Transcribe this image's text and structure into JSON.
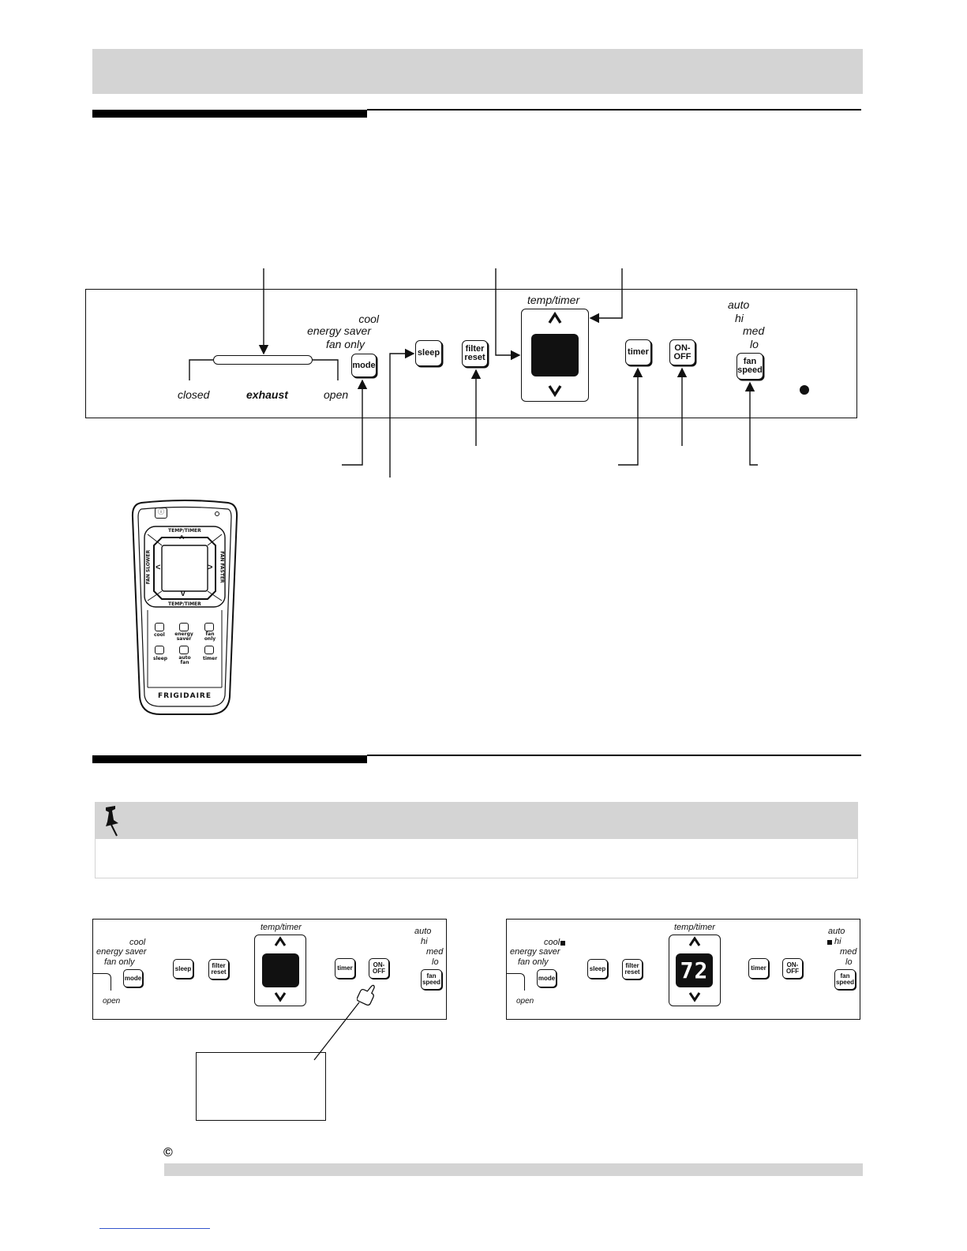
{
  "control_panel": {
    "exhaust": {
      "closed": "closed",
      "label": "exhaust",
      "open": "open"
    },
    "mode_options": [
      "cool",
      "energy saver",
      "fan only"
    ],
    "buttons": {
      "mode": "mode",
      "sleep": "sleep",
      "filter_reset_1": "filter",
      "filter_reset_2": "reset",
      "timer": "timer",
      "on_off_1": "ON-",
      "on_off_2": "OFF",
      "fan_speed_1": "fan",
      "fan_speed_2": "speed"
    },
    "temp_timer_label": "temp/timer",
    "arrow_up": "^",
    "arrow_down": "v",
    "fan_speed_options": [
      "auto",
      "hi",
      "med",
      "lo"
    ]
  },
  "remote": {
    "power_symbol": "ⓘ",
    "temp_timer_top": "TEMP/TIMER",
    "temp_timer_bottom": "TEMP/TIMER",
    "fan_slower": "FAN SLOWER",
    "fan_faster": "FAN FASTER",
    "buttons": [
      {
        "label": "cool"
      },
      {
        "label": "energy saver"
      },
      {
        "label": "fan only"
      },
      {
        "label": "sleep"
      },
      {
        "label": "auto fan"
      },
      {
        "label": "timer"
      }
    ],
    "brand": "FRIGIDAIRE"
  },
  "small_panel_left": {
    "mode_options": [
      "cool",
      "energy saver",
      "fan only"
    ],
    "open": "open",
    "temp_timer_label": "temp/timer",
    "fan_speed_options": [
      "auto",
      "hi",
      "med",
      "lo"
    ]
  },
  "small_panel_right": {
    "mode_options": [
      "cool",
      "energy saver",
      "fan only"
    ],
    "open": "open",
    "temp_timer_label": "temp/timer",
    "display_value": "72",
    "fan_speed_options": [
      "auto",
      "hi",
      "med",
      "lo"
    ]
  },
  "footer": {
    "copyright_symbol": "©"
  }
}
